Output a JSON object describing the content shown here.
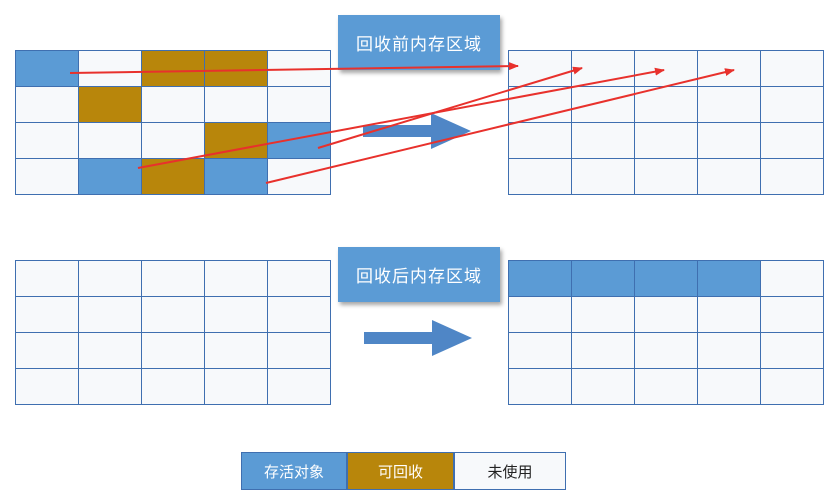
{
  "title_before": "回收前内存区域",
  "title_after": "回收后内存区域",
  "legend": {
    "alive": "存活对象",
    "reclaimable": "可回收",
    "unused": "未使用"
  },
  "colors": {
    "alive": "#5b9bd5",
    "reclaimable": "#b8860b",
    "unused": "#f7f9fb",
    "grid_border": "#3f6fb0",
    "move_arrow": "#e8312c",
    "flow_arrow": "#4f86c6"
  },
  "before_grid": [
    [
      "alive",
      "unused",
      "reclaimable",
      "reclaimable",
      "unused"
    ],
    [
      "unused",
      "reclaimable",
      "unused",
      "unused",
      "unused"
    ],
    [
      "unused",
      "unused",
      "unused",
      "reclaimable",
      "alive"
    ],
    [
      "unused",
      "alive",
      "reclaimable",
      "alive",
      "unused"
    ]
  ],
  "before_target_grid": [
    [
      "unused",
      "unused",
      "unused",
      "unused",
      "unused"
    ],
    [
      "unused",
      "unused",
      "unused",
      "unused",
      "unused"
    ],
    [
      "unused",
      "unused",
      "unused",
      "unused",
      "unused"
    ],
    [
      "unused",
      "unused",
      "unused",
      "unused",
      "unused"
    ]
  ],
  "after_source_grid": [
    [
      "unused",
      "unused",
      "unused",
      "unused",
      "unused"
    ],
    [
      "unused",
      "unused",
      "unused",
      "unused",
      "unused"
    ],
    [
      "unused",
      "unused",
      "unused",
      "unused",
      "unused"
    ],
    [
      "unused",
      "unused",
      "unused",
      "unused",
      "unused"
    ]
  ],
  "after_grid": [
    [
      "alive",
      "alive",
      "alive",
      "alive",
      "unused"
    ],
    [
      "unused",
      "unused",
      "unused",
      "unused",
      "unused"
    ],
    [
      "unused",
      "unused",
      "unused",
      "unused",
      "unused"
    ],
    [
      "unused",
      "unused",
      "unused",
      "unused",
      "unused"
    ]
  ]
}
